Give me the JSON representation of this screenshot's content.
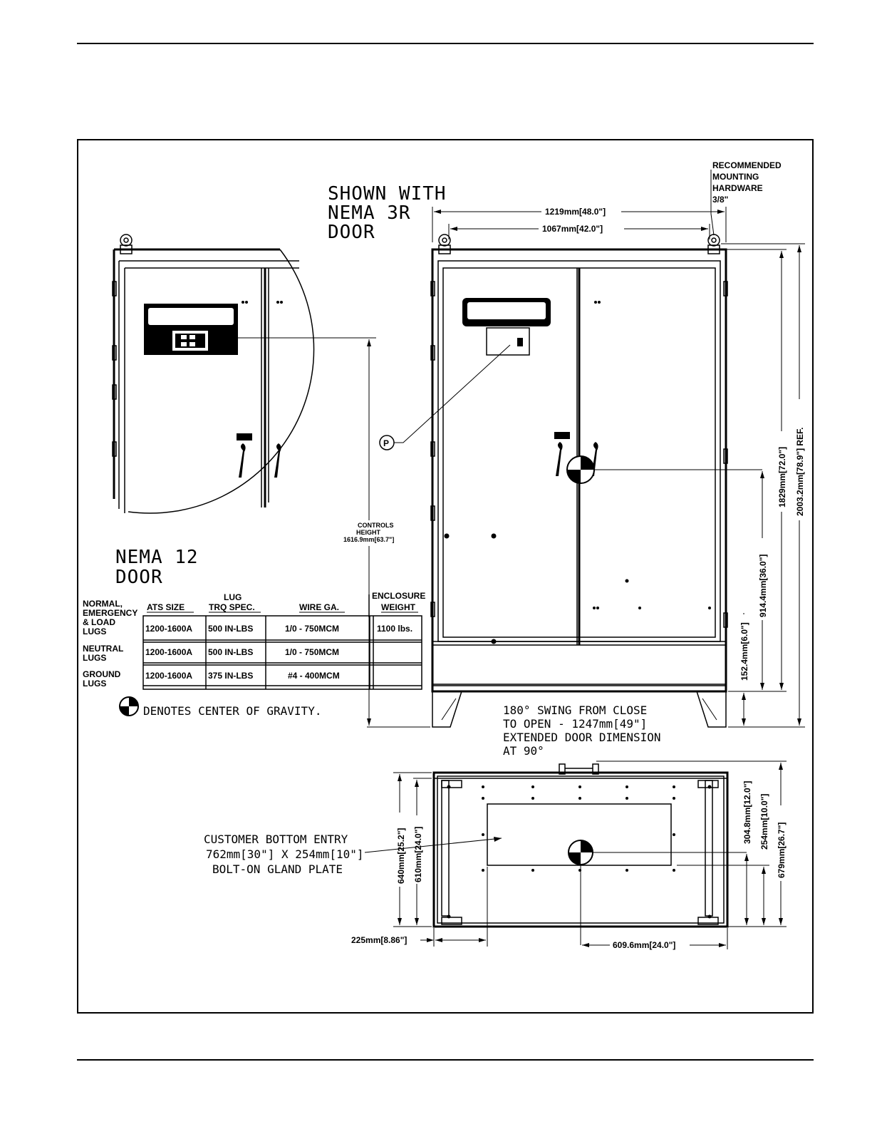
{
  "title": {
    "line1": "SHOWN WITH",
    "line2": "NEMA 3R",
    "line3": "DOOR"
  },
  "nema12": {
    "line1": "NEMA 12",
    "line2": "DOOR"
  },
  "hardware_note": {
    "line1": "RECOMMENDED",
    "line2": "MOUNTING",
    "line3": "HARDWARE",
    "line4": "3/8\""
  },
  "dimensions": {
    "overall_width": "1219mm[48.0\"]",
    "mount_width": "1067mm[42.0\"]",
    "overall_height": "2003.2mm[78.9\"] REF.",
    "height_1829": "1829mm[72.0\"]",
    "cog_height": "914.4mm[36.0\"]",
    "base_height": "152.4mm[6.0\"]",
    "controls_height_l1": "CONTROLS",
    "controls_height_l2": "HEIGHT",
    "controls_height_l3": "1616.9mm[63.7\"]",
    "depth_640": "640mm[25.2\"]",
    "depth_610": "610mm[24.0\"]",
    "depth_679": "679mm[26.7\"]",
    "depth_254": "254mm[10.0\"]",
    "depth_304": "304.8mm[12.0\"]",
    "offset_225": "225mm[8.86\"]",
    "cog_width": "609.6mm[24.0\"]"
  },
  "callout_p": "P",
  "swing_note": {
    "line1": "180° SWING FROM CLOSE",
    "line2": "TO OPEN - 1247mm[49\"]",
    "line3": "EXTENDED DOOR DIMENSION",
    "line4": "AT 90°"
  },
  "bottom_entry": {
    "line1": "CUSTOMER BOTTOM ENTRY",
    "line2": "762mm[30\"] X 254mm[10\"]",
    "line3": "BOLT-ON GLAND PLATE"
  },
  "cog_legend": "DENOTES CENTER OF GRAVITY.",
  "table": {
    "headers": {
      "ats_size": "ATS SIZE",
      "lug_line1": "LUG",
      "lug_line2": "TRQ SPEC.",
      "wire": "WIRE GA.",
      "encl_line1": "ENCLOSURE",
      "encl_line2": "WEIGHT"
    },
    "rows": [
      {
        "label_l1": "NORMAL,",
        "label_l2": "EMERGENCY",
        "label_l3": "& LOAD",
        "label_l4": "LUGS",
        "ats": "1200-1600A",
        "trq": "500 IN-LBS",
        "wire": "1/0 - 750MCM",
        "weight": "1100 lbs."
      },
      {
        "label_l1": "NEUTRAL",
        "label_l2": "LUGS",
        "ats": "1200-1600A",
        "trq": "500 IN-LBS",
        "wire": "1/0 - 750MCM",
        "weight": ""
      },
      {
        "label_l1": "GROUND",
        "label_l2": "LUGS",
        "ats": "1200-1600A",
        "trq": "375 IN-LBS",
        "wire": "#4 - 400MCM",
        "weight": ""
      }
    ]
  }
}
